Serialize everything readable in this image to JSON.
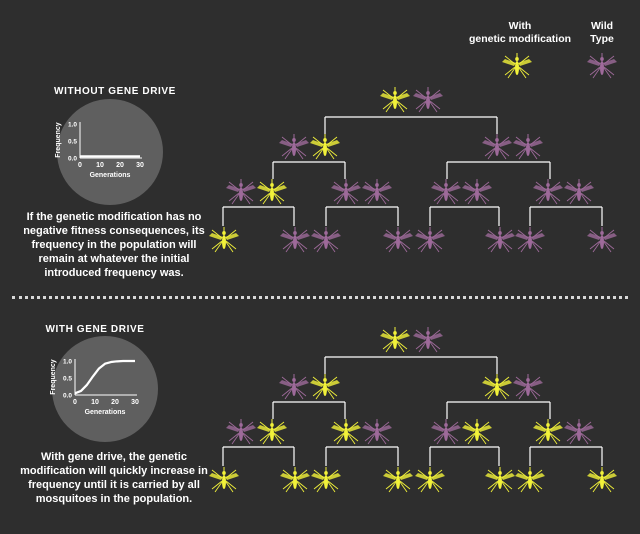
{
  "legend": {
    "modified_label": "With\ngenetic modification",
    "wild_label": "Wild\nType"
  },
  "colors": {
    "modified": "#f2f23a",
    "wild": "#9e6a9a",
    "background": "#2e2e2e",
    "tree_lines": "#ffffff"
  },
  "without_drive": {
    "title": "WITHOUT GENE DRIVE",
    "description": "If the genetic modification has no negative fitness consequences, its frequency in the population will remain at whatever the initial introduced frequency was.",
    "chart_data": {
      "type": "line",
      "title": "",
      "xlabel": "Generations",
      "ylabel": "Frequency",
      "xlim": [
        0,
        30
      ],
      "ylim": [
        0,
        1
      ],
      "x_ticks": [
        "0",
        "10",
        "20",
        "30"
      ],
      "y_ticks": [
        "1.0",
        "0.5",
        "0.0"
      ],
      "grid": false,
      "series": [
        {
          "x": [
            0,
            5,
            10,
            15,
            20,
            25,
            30
          ],
          "y": [
            0.05,
            0.05,
            0.05,
            0.05,
            0.05,
            0.05,
            0.05
          ]
        }
      ]
    },
    "tree": {
      "parents": [
        "modified",
        "wild"
      ],
      "generation_1": [
        [
          "wild",
          "modified"
        ],
        [
          "wild",
          "wild"
        ]
      ],
      "generation_2": [
        [
          "wild",
          "modified"
        ],
        [
          "wild",
          "wild"
        ],
        [
          "wild",
          "wild"
        ],
        [
          "wild",
          "wild"
        ]
      ],
      "generation_3": [
        [
          "modified",
          "wild"
        ],
        [
          "wild",
          "wild"
        ],
        [
          "wild",
          "wild"
        ],
        [
          "wild",
          "wild"
        ]
      ]
    }
  },
  "with_drive": {
    "title": "WITH GENE DRIVE",
    "description": "With gene drive, the genetic modification will quickly increase in frequency until it is carried by all mosquitoes in the population.",
    "chart_data": {
      "type": "line",
      "title": "",
      "xlabel": "Generations",
      "ylabel": "Frequency",
      "xlim": [
        0,
        30
      ],
      "ylim": [
        0,
        1
      ],
      "x_ticks": [
        "0",
        "10",
        "20",
        "30"
      ],
      "y_ticks": [
        "1.0",
        "0.5",
        "0.0"
      ],
      "grid": false,
      "series": [
        {
          "x": [
            0,
            3,
            6,
            9,
            12,
            15,
            18,
            21,
            24,
            27,
            30
          ],
          "y": [
            0.05,
            0.12,
            0.3,
            0.55,
            0.78,
            0.92,
            0.97,
            0.99,
            1.0,
            1.0,
            1.0
          ]
        }
      ]
    },
    "tree": {
      "parents": [
        "modified",
        "wild"
      ],
      "generation_1": [
        [
          "wild",
          "modified"
        ],
        [
          "modified",
          "wild"
        ]
      ],
      "generation_2": [
        [
          "wild",
          "modified"
        ],
        [
          "modified",
          "wild"
        ],
        [
          "wild",
          "modified"
        ],
        [
          "modified",
          "wild"
        ]
      ],
      "generation_3": [
        [
          "modified",
          "modified"
        ],
        [
          "modified",
          "modified"
        ],
        [
          "modified",
          "modified"
        ],
        [
          "modified",
          "modified"
        ]
      ]
    }
  }
}
